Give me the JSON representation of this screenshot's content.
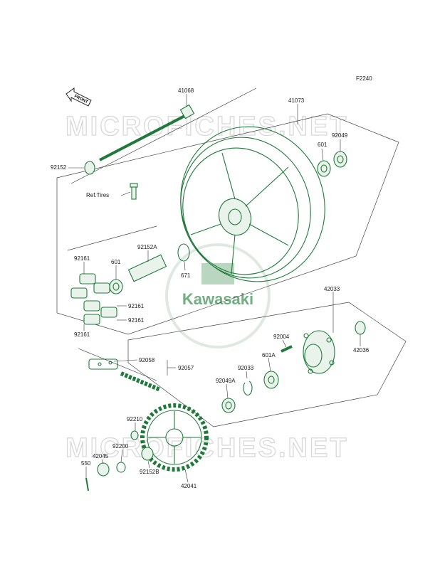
{
  "diagram": {
    "code": "F2240",
    "front_label": "FRONT",
    "watermark": "MICROFICHES.NET",
    "logo_text": "Kawasaki",
    "ref_tires": "Ref.Tires",
    "parts": {
      "p41068": "41068",
      "p41073": "41073",
      "p92152": "92152",
      "p601_top": "601",
      "p92049": "92049",
      "p92161_a": "92161",
      "p92152A": "92152A",
      "p601_mid": "601",
      "p671": "671",
      "p92161_b": "92161",
      "p92161_c": "92161",
      "p92161_d": "92161",
      "p42033": "42033",
      "p92004": "92004",
      "p601A": "601A",
      "p42036": "42036",
      "p92058": "92058",
      "p92057": "92057",
      "p92033": "92033",
      "p92049A": "92049A",
      "p92210": "92210",
      "p92200": "92200",
      "p42045": "42045",
      "p550": "550",
      "p92152B": "92152B",
      "p42041": "42041"
    }
  }
}
